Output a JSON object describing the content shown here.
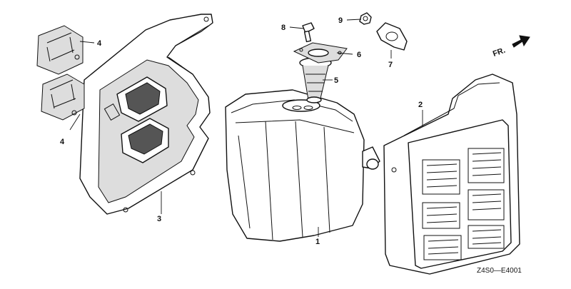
{
  "diagram": {
    "code": "Z4S0—E4001",
    "direction_label": "FR.",
    "callouts": [
      "1",
      "2",
      "3",
      "4",
      "4",
      "5",
      "6",
      "7",
      "8",
      "9"
    ]
  }
}
